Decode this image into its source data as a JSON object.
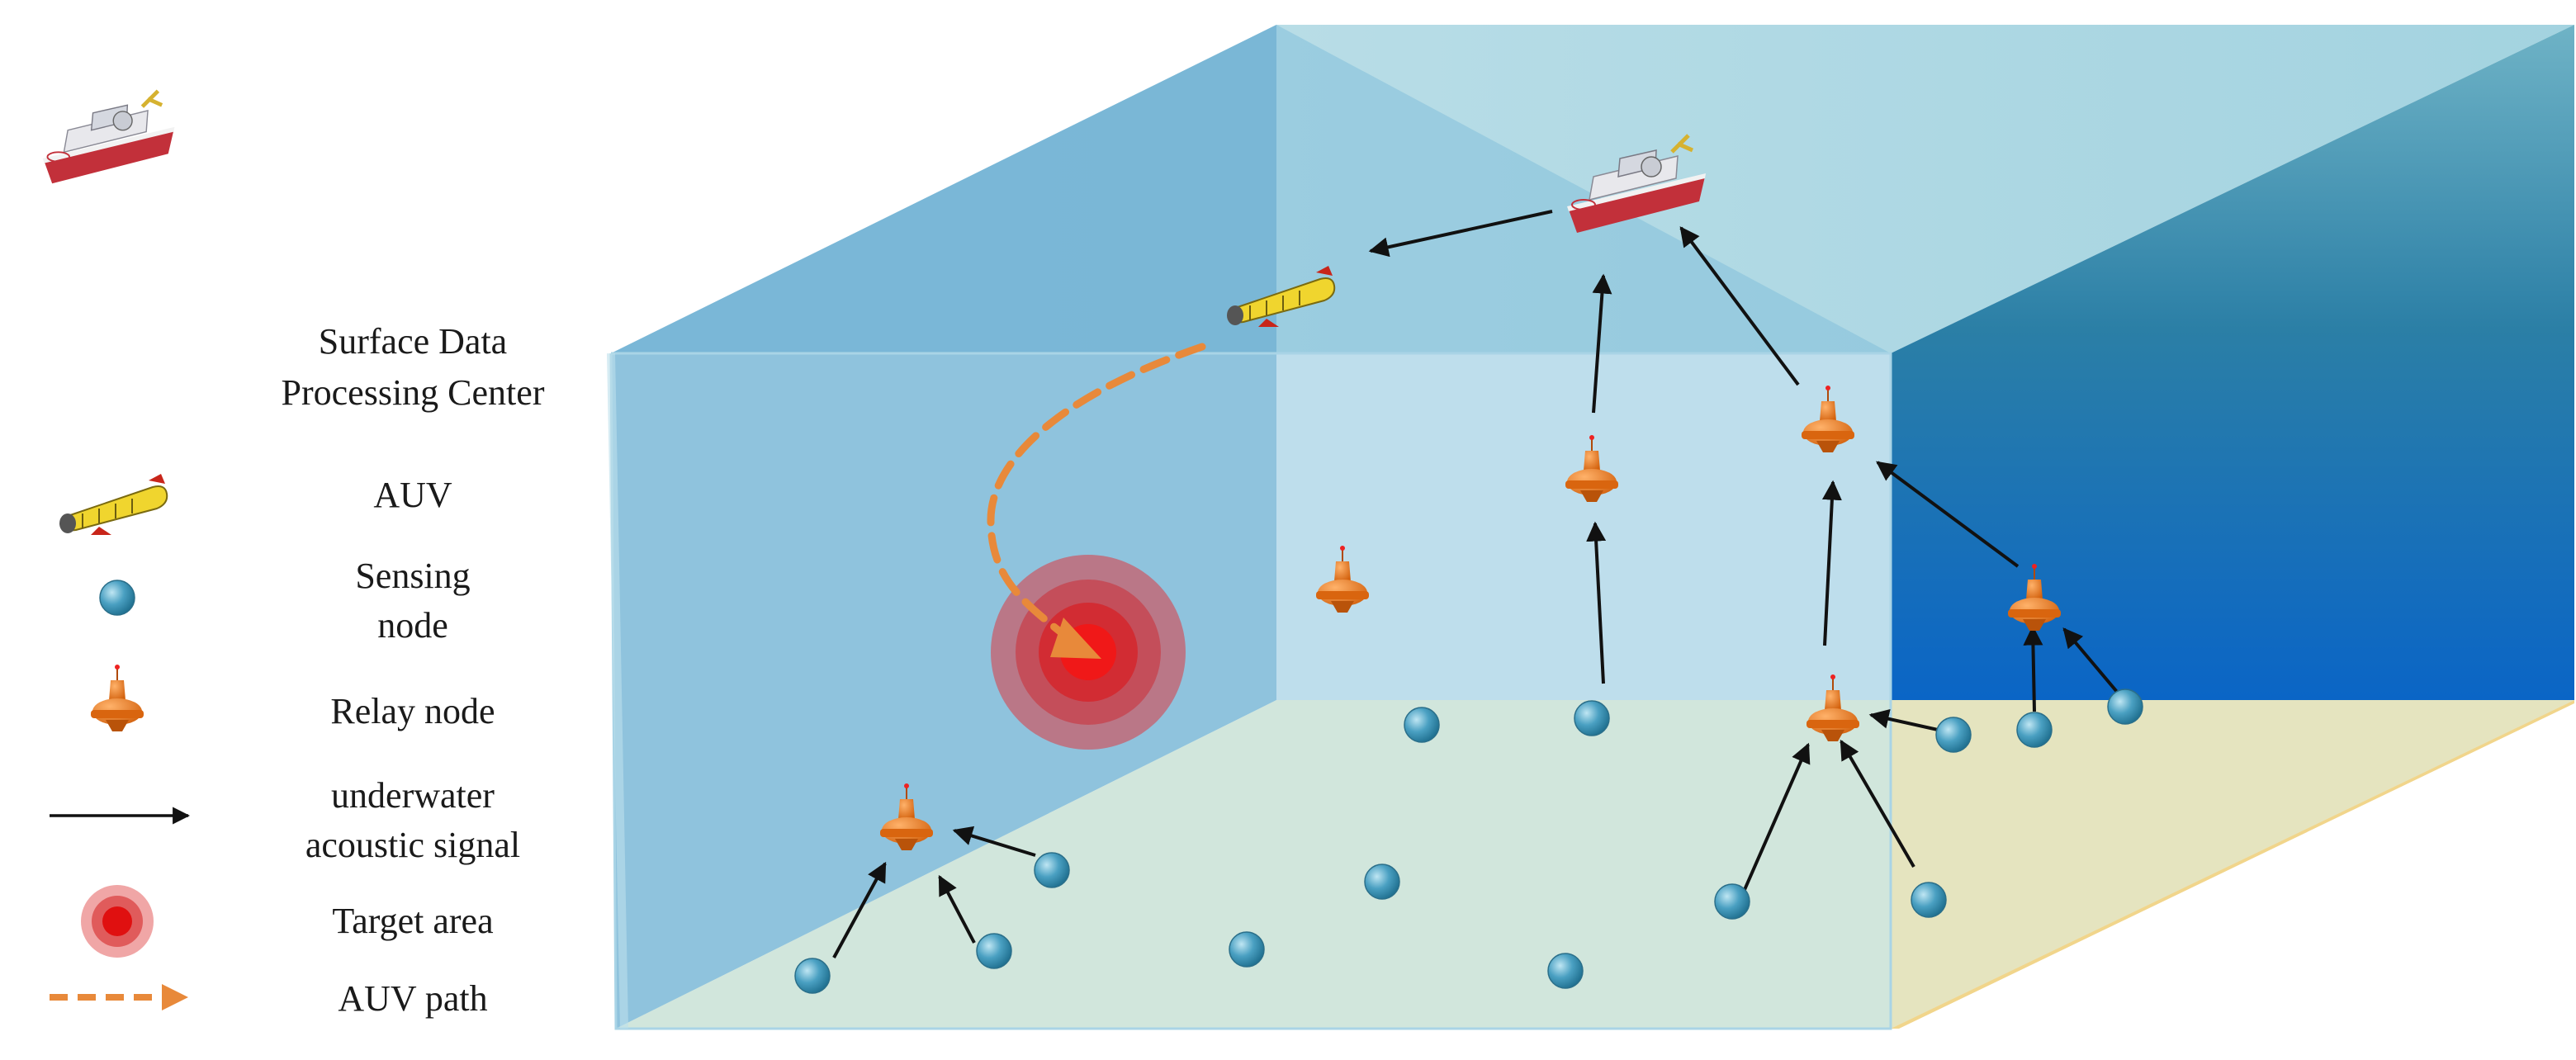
{
  "legend": {
    "items": [
      {
        "icon": "ship-icon",
        "lines": [
          "Surface Data",
          "Processing Center"
        ]
      },
      {
        "icon": "auv-icon",
        "lines": [
          "AUV"
        ]
      },
      {
        "icon": "sensing-node-icon",
        "lines": [
          "Sensing",
          "node"
        ]
      },
      {
        "icon": "relay-node-icon",
        "lines": [
          "Relay node"
        ]
      },
      {
        "icon": "arrow-icon",
        "lines": [
          "underwater",
          "acoustic signal"
        ]
      },
      {
        "icon": "target-icon",
        "lines": [
          "Target area"
        ]
      },
      {
        "icon": "dashed-arrow-icon",
        "lines": [
          "AUV path"
        ]
      }
    ]
  },
  "colors": {
    "water_top": "#b9dde8",
    "water_front": "#7fb9d6",
    "water_right_top": "#4a97ad",
    "water_right_bottom": "#0a6cc7",
    "seabed_left": "#d4e5d7",
    "seabed_right": "#f8e0a0",
    "sensing_node": "#3f93b5",
    "relay_node": "#ec7a1c",
    "auv_body": "#f2d431",
    "target": "#e01010",
    "auv_path": "#e8893a",
    "arrow": "#111111"
  }
}
